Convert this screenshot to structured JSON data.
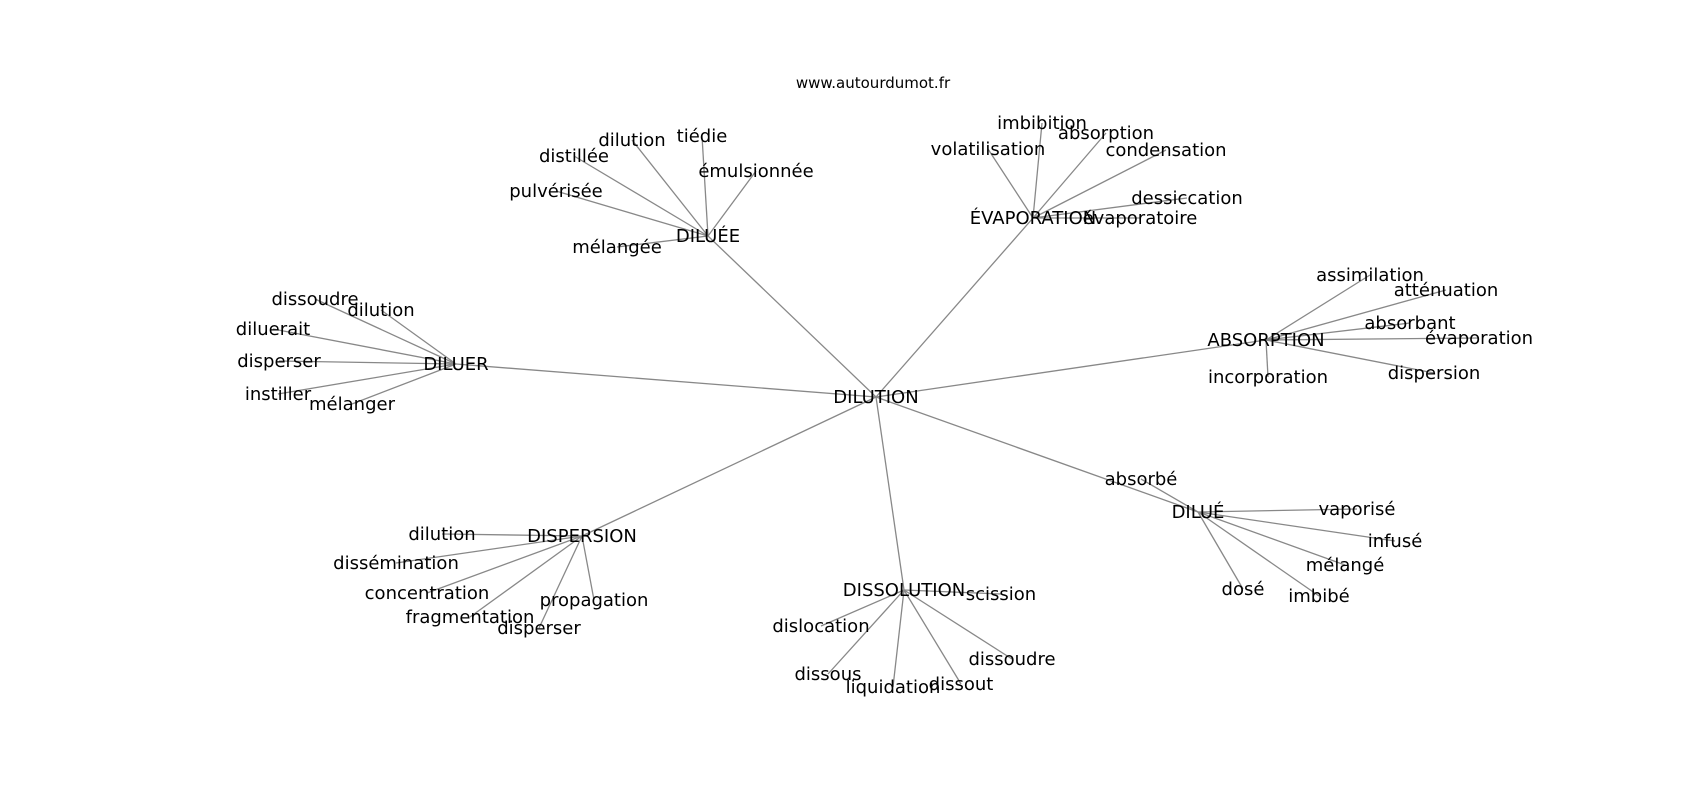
{
  "source": "www.autourdumot.fr",
  "center": "DILUTION",
  "hubs": [
    {
      "id": "dilue_f",
      "label": "DILUÉE",
      "leaves": [
        "distillée",
        "dilution",
        "tiédie",
        "émulsionnée",
        "pulvérisée",
        "mélangée"
      ]
    },
    {
      "id": "evaporation",
      "label": "ÉVAPORATION",
      "leaves": [
        "imbibition",
        "absorption",
        "volatilisation",
        "condensation",
        "dessiccation",
        "évaporatoire"
      ]
    },
    {
      "id": "absorption",
      "label": "ABSORPTION",
      "leaves": [
        "assimilation",
        "atténuation",
        "absorbant",
        "évaporation",
        "incorporation",
        "dispersion"
      ]
    },
    {
      "id": "dilue_m",
      "label": "DILUÉ",
      "leaves": [
        "absorbé",
        "vaporisé",
        "infusé",
        "mélangé",
        "imbibé",
        "dosé"
      ]
    },
    {
      "id": "dissolution",
      "label": "DISSOLUTION",
      "leaves": [
        "scission",
        "dislocation",
        "dissous",
        "liquidation",
        "dissout",
        "dissoudre"
      ]
    },
    {
      "id": "dispersion",
      "label": "DISPERSION",
      "leaves": [
        "dilution",
        "dissémination",
        "concentration",
        "fragmentation",
        "disperser",
        "propagation"
      ]
    },
    {
      "id": "diluer",
      "label": "DILUER",
      "leaves": [
        "dissoudre",
        "dilution",
        "diluerait",
        "disperser",
        "instiller",
        "mélanger"
      ]
    }
  ]
}
